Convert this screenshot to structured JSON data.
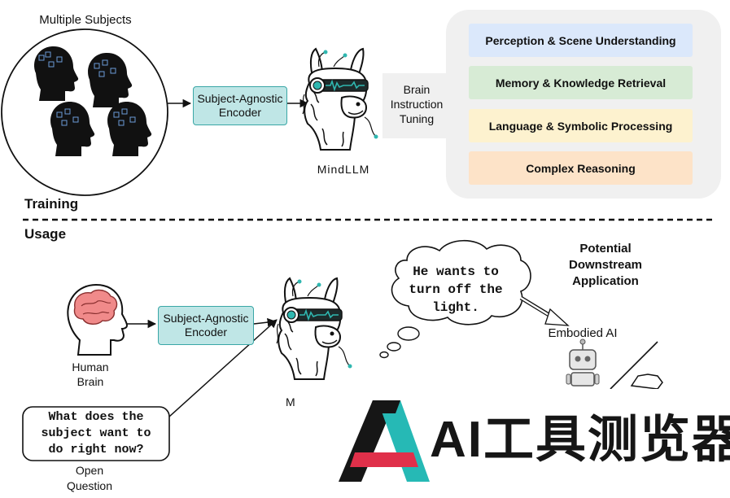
{
  "training": {
    "subjects_label": "Multiple Subjects",
    "encoder_line1": "Subject-Agnostic",
    "encoder_line2": "Encoder",
    "model_label": "MindLLM",
    "tuning_line1": "Brain",
    "tuning_line2": "Instruction",
    "tuning_line3": "Tuning",
    "tasks": [
      {
        "label": "Perception & Scene Understanding",
        "color": "#dbe8fb"
      },
      {
        "label": "Memory & Knowledge Retrieval",
        "color": "#d7ebd5"
      },
      {
        "label": "Language & Symbolic Processing",
        "color": "#fdf2cf"
      },
      {
        "label": "Complex Reasoning",
        "color": "#fde3c8"
      }
    ],
    "section_label": "Training"
  },
  "usage": {
    "section_label": "Usage",
    "human_line1": "Human",
    "human_line2": "Brain",
    "encoder_line1": "Subject-Agnostic",
    "encoder_line2": "Encoder",
    "thought_line1": "He wants to",
    "thought_line2": "turn off the",
    "thought_line3": "light.",
    "question_line1": "What does the",
    "question_line2": "subject want to",
    "question_line3": "do right now?",
    "open_line1": "Open",
    "open_line2": "Question",
    "downstream_line1": "Potential",
    "downstream_line2": "Downstream",
    "downstream_line3": "Application",
    "embodied_label": "Embodied AI",
    "model_label_partial": "M"
  },
  "watermark": {
    "text": "AI工具测览器"
  },
  "colors": {
    "encoder_fill": "#bfe6e6",
    "encoder_border": "#3aa7a6",
    "panel_bg": "#f0f0f0",
    "brain_pink": "#f08a8a",
    "accent_teal": "#2fb7b0",
    "logo_black": "#161616",
    "logo_red": "#e0304a",
    "logo_teal": "#26b9b5"
  }
}
